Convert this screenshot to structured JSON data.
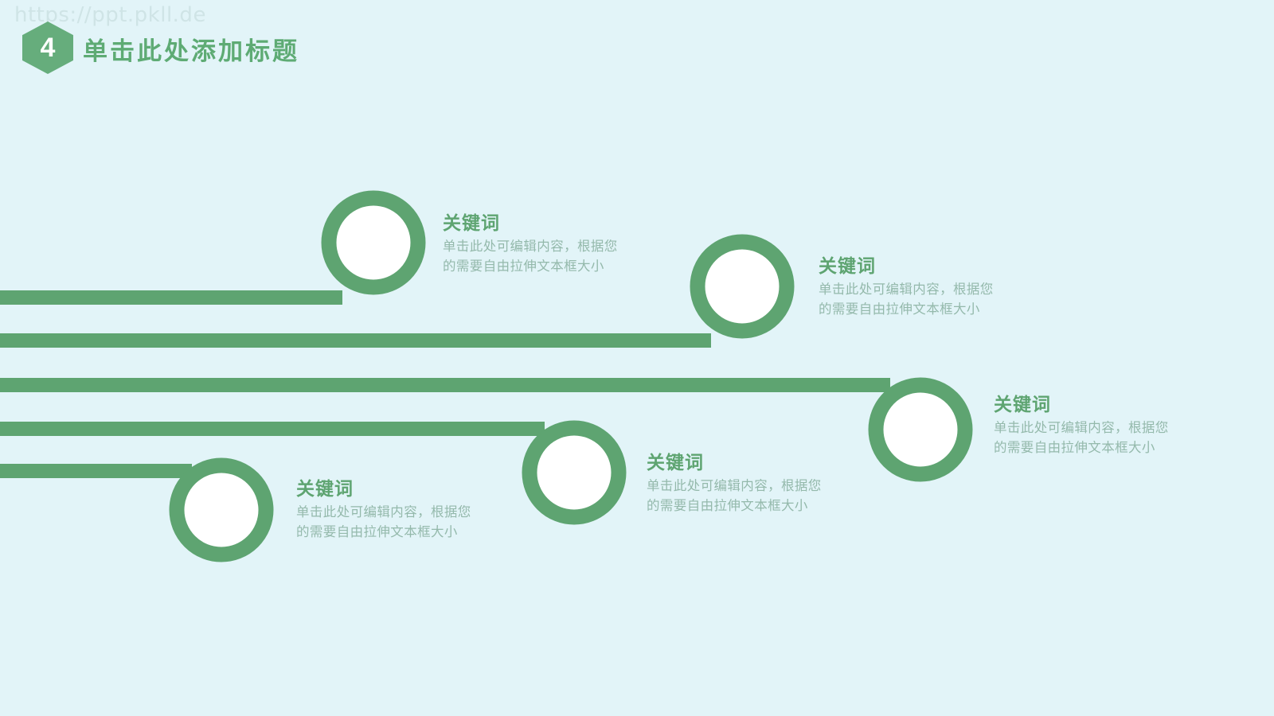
{
  "slide": {
    "watermark": "https://ppt.pkll.de",
    "background_color": "#e2f4f8",
    "accent_color": "#5ea471",
    "heading_color": "#5ea471",
    "body_color": "#94b9ab"
  },
  "header": {
    "badge_number": "4",
    "badge_color": "#66ad7c",
    "title": "单击此处添加标题"
  },
  "items": [
    {
      "id": "item-1",
      "keyword": "关键词",
      "description_line1": "单击此处可编辑内容，根据您",
      "description_line2": "的需要自由拉伸文本框大小"
    },
    {
      "id": "item-2",
      "keyword": "关键词",
      "description_line1": "单击此处可编辑内容，根据您",
      "description_line2": "的需要自由拉伸文本框大小"
    },
    {
      "id": "item-3",
      "keyword": "关键词",
      "description_line1": "单击此处可编辑内容，根据您",
      "description_line2": "的需要自由拉伸文本框大小"
    },
    {
      "id": "item-4",
      "keyword": "关键词",
      "description_line1": "单击此处可编辑内容，根据您",
      "description_line2": "的需要自由拉伸文本框大小"
    },
    {
      "id": "item-5",
      "keyword": "关键词",
      "description_line1": "单击此处可编辑内容，根据您",
      "description_line2": "的需要自由拉伸文本框大小"
    }
  ]
}
